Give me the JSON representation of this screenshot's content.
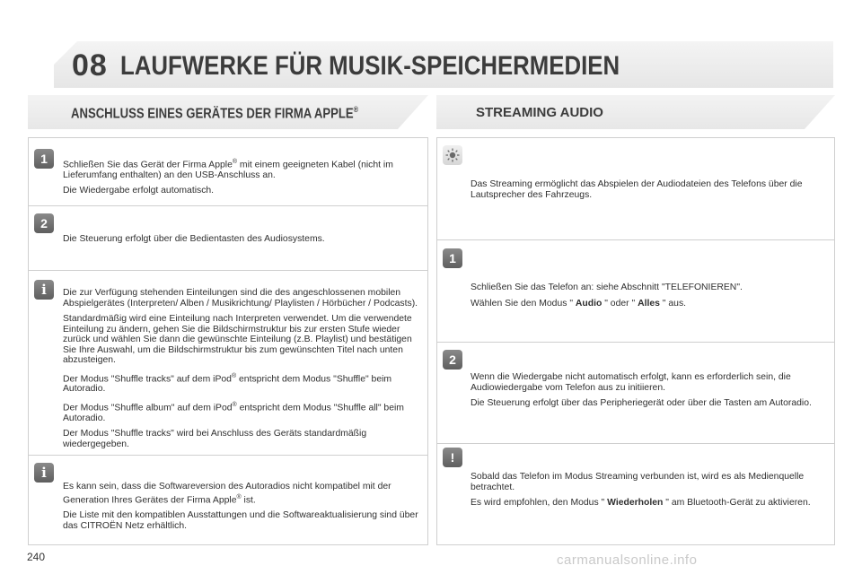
{
  "header": {
    "chapter_number": "08",
    "chapter_title": "LAUFWERKE FÜR MUSIK-SPEICHERMEDIEN"
  },
  "left_section": {
    "title": "ANSCHLUSS EINES GERÄTES DER FIRMA APPLE",
    "title_sup": "®",
    "blocks": [
      {
        "badge": "1",
        "paragraphs": [
          {
            "pre": "Schließen Sie das Gerät der Firma Apple",
            "sup": "®",
            "post": " mit einem geeigneten Kabel (nicht im Lieferumfang enthalten) an den USB-Anschluss an."
          },
          {
            "pre": "Die Wiedergabe erfolgt automatisch.",
            "sup": "",
            "post": ""
          }
        ]
      },
      {
        "badge": "2",
        "paragraphs": [
          {
            "pre": "Die Steuerung erfolgt über die Bedientasten des Audiosystems.",
            "sup": "",
            "post": ""
          }
        ]
      },
      {
        "badge": "i",
        "paragraphs": [
          {
            "pre": "Die zur Verfügung stehenden Einteilungen sind die des angeschlossenen mobilen Abspielgerätes (Interpreten/ Alben / Musikrichtung/ Playlisten / Hörbücher / Podcasts).",
            "sup": "",
            "post": ""
          },
          {
            "pre": "Standardmäßig wird eine Einteilung nach Interpreten verwendet. Um die verwendete Einteilung zu ändern, gehen Sie die Bildschirmstruktur bis zur ersten Stufe wieder zurück und wählen Sie dann die gewünschte Einteilung (z.B. Playlist) und bestätigen Sie Ihre Auswahl, um die Bildschirmstruktur bis zum gewünschten Titel nach unten abzusteigen.",
            "sup": "",
            "post": ""
          },
          {
            "pre": "Der Modus \"Shuffle tracks\" auf dem iPod",
            "sup": "®",
            "post": " entspricht dem Modus \"Shuffle\" beim Autoradio."
          },
          {
            "pre": "Der Modus \"Shuffle album\" auf dem iPod",
            "sup": "®",
            "post": " entspricht dem Modus \"Shuffle all\" beim Autoradio."
          },
          {
            "pre": "Der Modus \"Shuffle tracks\" wird bei Anschluss des Geräts standardmäßig wiedergegeben.",
            "sup": "",
            "post": ""
          }
        ]
      },
      {
        "badge": "i",
        "paragraphs": [
          {
            "pre": "Es kann sein, dass die Softwareversion des Autoradios nicht kompatibel mit der Generation Ihres Gerätes der Firma Apple",
            "sup": "®",
            "post": " ist."
          },
          {
            "pre": "Die Liste mit den kompatiblen Ausstattungen und die Softwareaktualisierung sind über das CITROËN Netz erhältlich.",
            "sup": "",
            "post": ""
          }
        ]
      }
    ]
  },
  "right_section": {
    "title": "STREAMING AUDIO",
    "blocks": [
      {
        "badge": "light",
        "paragraphs": [
          {
            "pre": "Das Streaming ermöglicht das Abspielen der Audiodateien des Telefons über die Lautsprecher des Fahrzeugs.",
            "bold": "",
            "post": ""
          }
        ]
      },
      {
        "badge": "1",
        "paragraphs": [
          {
            "pre": "Schließen Sie das Telefon an: siehe Abschnitt \"TELEFONIEREN\".",
            "bold": "",
            "post": ""
          },
          {
            "pre": "Wählen Sie den Modus \" ",
            "bold": "Audio",
            "mid": " \" oder \" ",
            "bold2": "Alles",
            "post": " \" aus."
          }
        ]
      },
      {
        "badge": "2",
        "paragraphs": [
          {
            "pre": "Wenn die Wiedergabe nicht automatisch erfolgt, kann es erforderlich sein, die Audiowiedergabe vom Telefon aus zu initiieren.",
            "bold": "",
            "post": ""
          },
          {
            "pre": "Die Steuerung erfolgt über das Peripheriegerät oder über die Tasten am Autoradio.",
            "bold": "",
            "post": ""
          }
        ]
      },
      {
        "badge": "!",
        "paragraphs": [
          {
            "pre": "Sobald das Telefon im Modus Streaming verbunden ist, wird es als Medienquelle betrachtet.",
            "bold": "",
            "post": ""
          },
          {
            "pre": "Es wird empfohlen, den Modus \" ",
            "bold": "Wiederholen",
            "post": " \" am Bluetooth-Gerät zu aktivieren."
          }
        ]
      }
    ]
  },
  "footer": {
    "page_number": "240",
    "watermark": "carmanualsonline.info"
  }
}
